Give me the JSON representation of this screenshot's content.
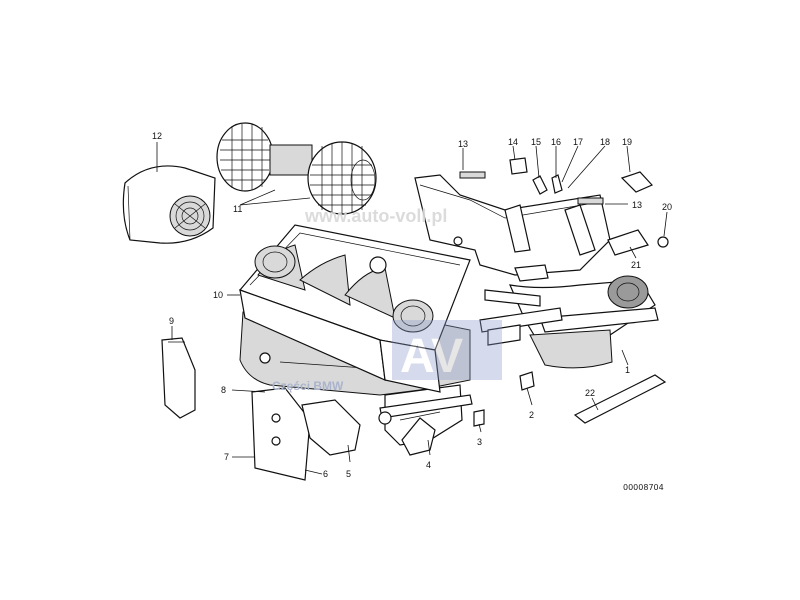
{
  "diagram": {
    "ref_number": "00008704",
    "callouts": {
      "c1": "1",
      "c2": "2",
      "c3": "3",
      "c4": "4",
      "c5": "5",
      "c6": "6",
      "c7": "7",
      "c8": "8",
      "c9": "9",
      "c10": "10",
      "c11": "11",
      "c12": "12",
      "c13a": "13",
      "c13b": "13",
      "c14": "14",
      "c15": "15",
      "c16": "16",
      "c17": "17",
      "c18": "18",
      "c19": "19",
      "c20": "20",
      "c21": "21",
      "c22": "22"
    }
  },
  "watermark": {
    "url": "www.auto-voll.pl",
    "logo": "AV",
    "caption": "Części BMW"
  }
}
